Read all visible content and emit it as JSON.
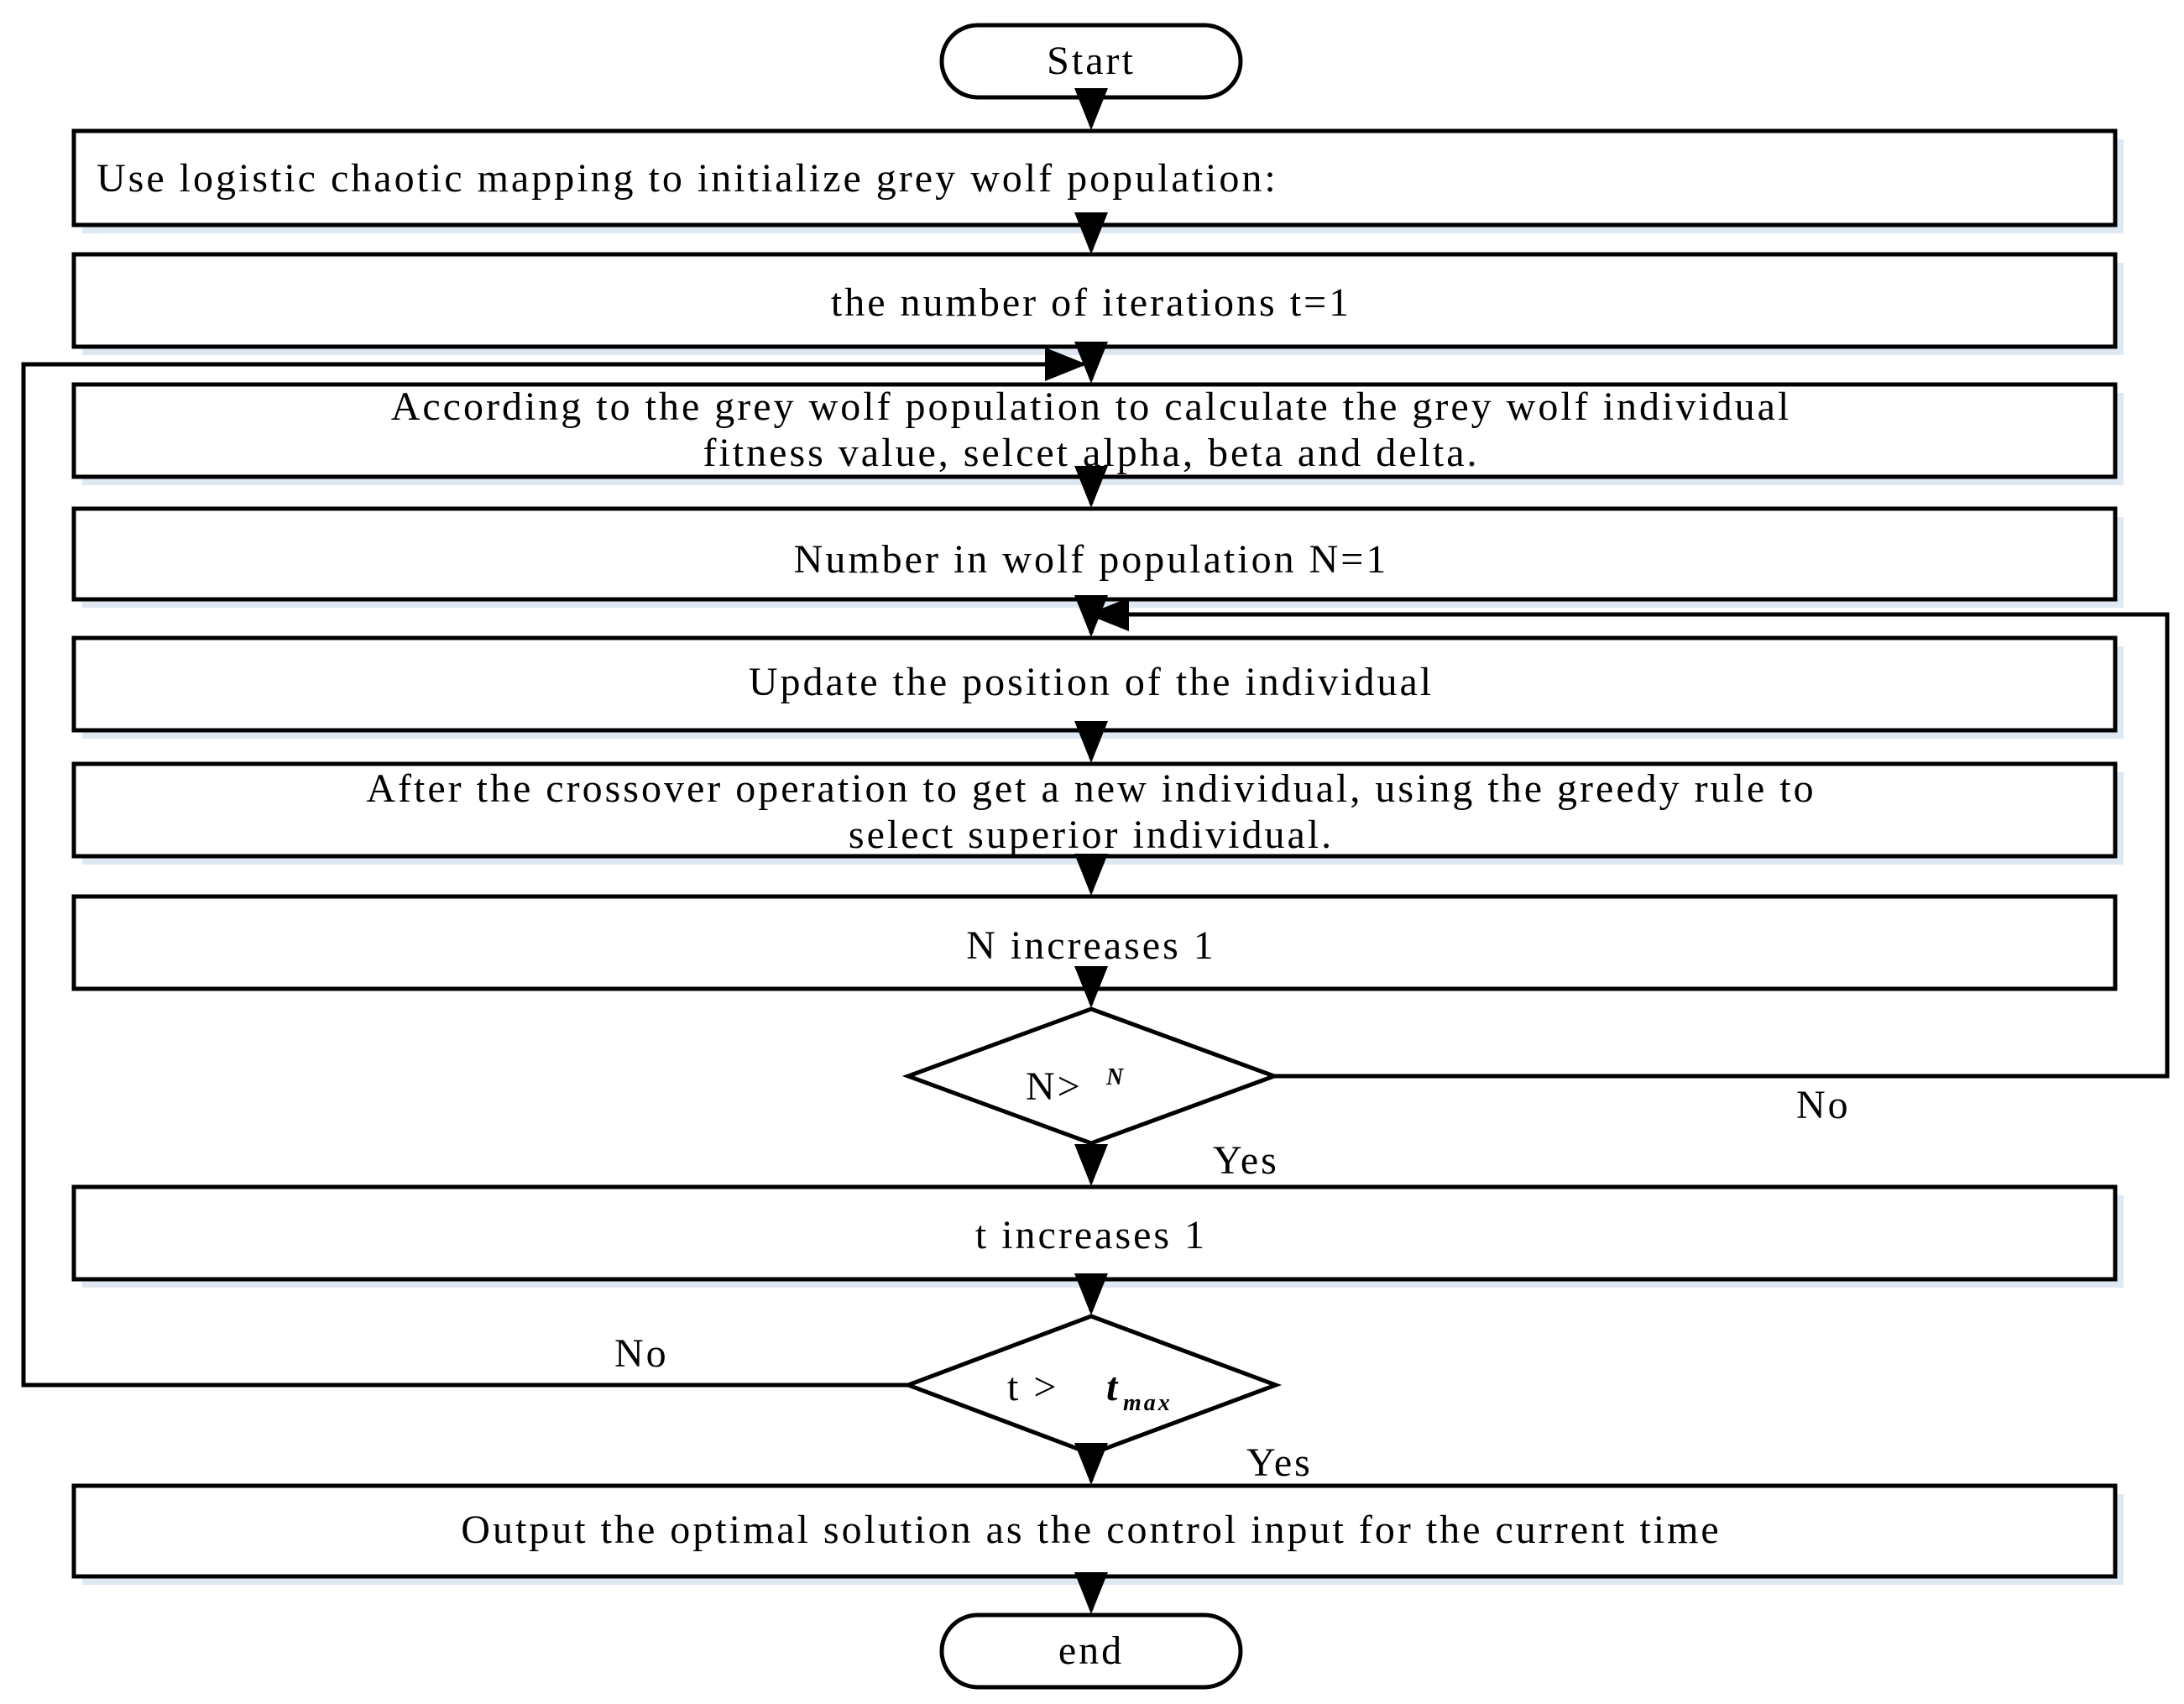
{
  "start": "Start",
  "end": "end",
  "steps": {
    "init": "Use logistic chaotic mapping to initialize grey wolf population:",
    "iter_init": "the number of iterations t=1",
    "fitness_line1": "According to the grey wolf population to calculate the grey wolf individual",
    "fitness_line2": "fitness value, selcet alpha, beta and delta.",
    "n_init": "Number in wolf population N=1",
    "update": "Update the position of the individual",
    "crossover_line1": "After the crossover operation to get a new individual, using the greedy rule to",
    "crossover_line2": "select superior individual.",
    "n_inc": "N increases 1",
    "t_inc": "t increases 1",
    "output": "Output the optimal solution as the control input for the current time"
  },
  "decisions": {
    "n_check": {
      "lhs": "N>",
      "rhs": "N"
    },
    "t_check": {
      "lhs": "t  >",
      "rhs_main": "t",
      "rhs_sub": "max"
    }
  },
  "edge_labels": {
    "n_no": "No",
    "n_yes": "Yes",
    "t_no": "No",
    "t_yes": "Yes"
  },
  "colors": {
    "stroke": "#000000",
    "box_fill": "#ffffff",
    "box_shadow": "#dde8f3"
  }
}
